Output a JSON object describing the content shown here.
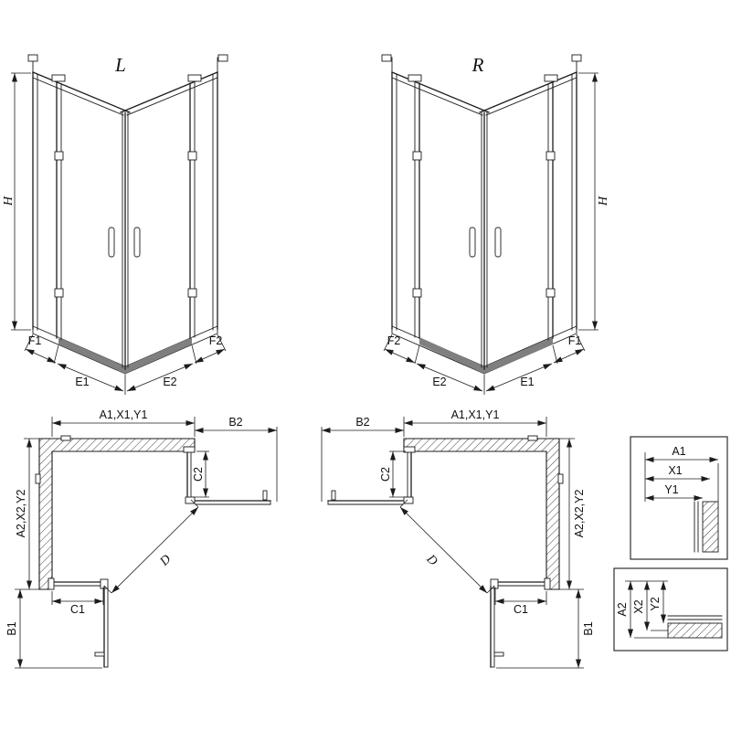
{
  "labels": {
    "left_view": "L",
    "right_view": "R",
    "height": "H",
    "f1": "F1",
    "e1": "E1",
    "e2": "E2",
    "f2": "F2",
    "top_width": "A1,X1,Y1",
    "side_height": "A2,X2,Y2",
    "b1": "B1",
    "b2": "B2",
    "c1": "C1",
    "c2": "C2",
    "d": "D",
    "a1": "A1",
    "x1": "X1",
    "y1": "Y1",
    "a2": "A2",
    "x2": "X2",
    "y2": "Y2"
  },
  "colors": {
    "line": "#1c1c1c",
    "rail": "#7f7f7f",
    "background": "#ffffff"
  }
}
